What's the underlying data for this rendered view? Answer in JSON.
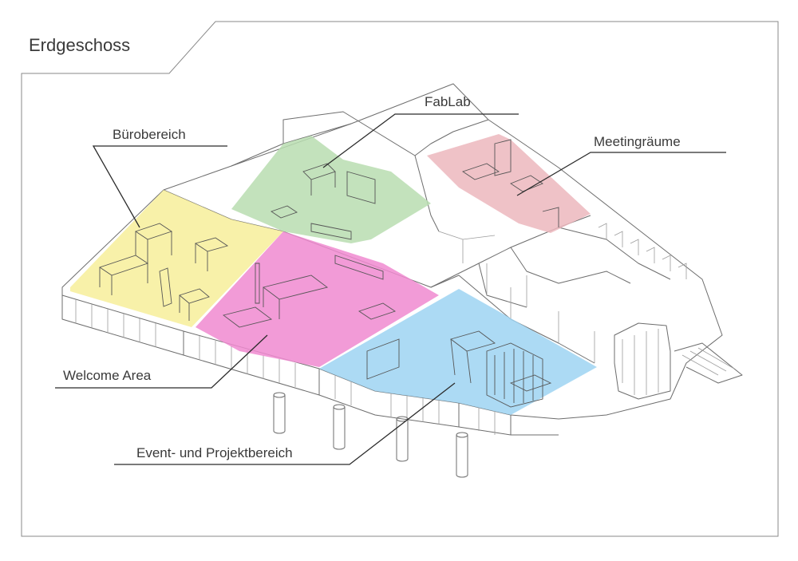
{
  "title": "Erdgeschoss",
  "zones": {
    "buero": {
      "label": "Bürobereich",
      "color": "#f7ef9a"
    },
    "fablab": {
      "label": "FabLab",
      "color": "#b9ddb0"
    },
    "meeting": {
      "label": "Meetingräume",
      "color": "#ecb7bd"
    },
    "welcome": {
      "label": "Welcome Area",
      "color": "#f08ad0"
    },
    "event": {
      "label": "Event- und Projektbereich",
      "color": "#9dd4f2"
    }
  }
}
